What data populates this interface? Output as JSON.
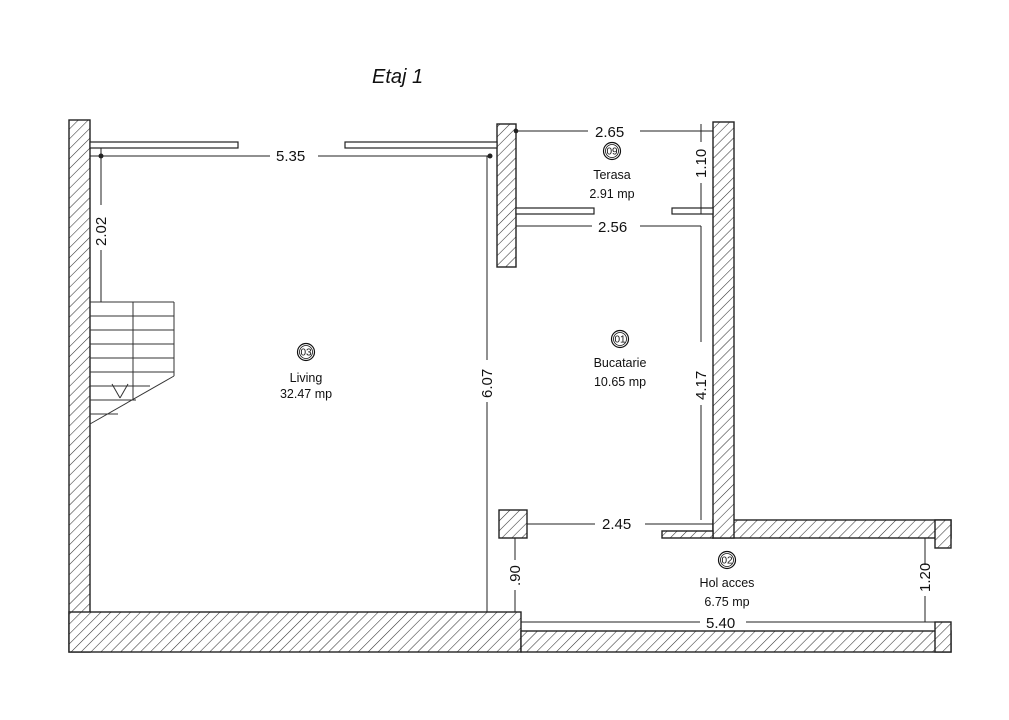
{
  "title": "Etaj 1",
  "rooms": [
    {
      "id": "living",
      "number": "03",
      "name": "Living",
      "area": "32.47 mp"
    },
    {
      "id": "bucatarie",
      "number": "01",
      "name": "Bucatarie",
      "area": "10.65 mp"
    },
    {
      "id": "terasa",
      "number": "09",
      "name": "Terasa",
      "area": "2.91 mp"
    },
    {
      "id": "hol",
      "number": "02",
      "name": "Hol acces",
      "area": "6.75 mp"
    }
  ],
  "dimensions": {
    "living_width": "5.35",
    "living_height": "6.07",
    "stair_offset": "2.02",
    "terasa_width_top": "2.65",
    "terasa_width_bottom": "2.56",
    "terasa_depth": "1.10",
    "bucatarie_depth": "4.17",
    "bucatarie_width": "2.45",
    "hol_width": "5.40",
    "hol_depth": "1.20",
    "hol_step": ".90"
  }
}
